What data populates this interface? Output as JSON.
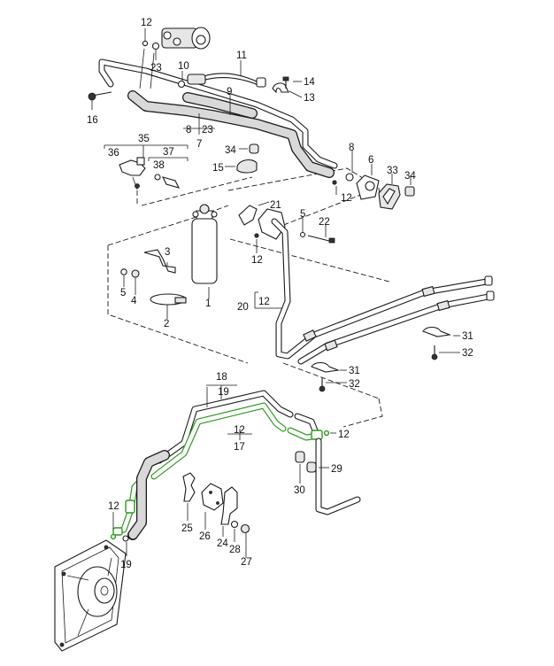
{
  "diagram": {
    "title": "Air conditioning refrigerant lines – exploded parts diagram",
    "highlight_color": "#2a9a1a",
    "line_color": "#1a1a1a",
    "labels": {
      "p12a": "12",
      "p23a": "23",
      "p10": "10",
      "p11": "11",
      "p14": "14",
      "p13": "13",
      "p16": "16",
      "p9": "9",
      "p8a": "8",
      "p23b": "23",
      "p7": "7",
      "p35": "35",
      "p36": "36",
      "p37": "37",
      "p38": "38",
      "p34a": "34",
      "p15": "15",
      "p8b": "8",
      "p6": "6",
      "p33": "33",
      "p34b": "34",
      "p12b": "12",
      "p21": "21",
      "p5a": "5",
      "p22": "22",
      "p12c": "12",
      "p3": "3",
      "p5b": "5",
      "p4": "4",
      "p1": "1",
      "p2": "2",
      "p20": "20",
      "p12d": "12",
      "p31a": "31",
      "p32a": "32",
      "p31b": "31",
      "p32b": "32",
      "p18": "18",
      "p19a": "19",
      "p12e": "12",
      "p17": "17",
      "p12f": "12",
      "p29": "29",
      "p30": "30",
      "p12g": "12",
      "p19b": "19",
      "p25": "25",
      "p26": "26",
      "p24": "24",
      "p28": "28",
      "p27": "27"
    },
    "components": [
      "expansion-valve",
      "pressure-switch-cable",
      "suction-hose",
      "pressure-hose",
      "tee-fitting",
      "service-valve",
      "receiver-drier",
      "drier-clamp",
      "drier-bracket",
      "condenser-lines",
      "compressor-lines",
      "condenser-fan",
      "cover-plate",
      "grommet"
    ],
    "highlighted_part": "17"
  }
}
